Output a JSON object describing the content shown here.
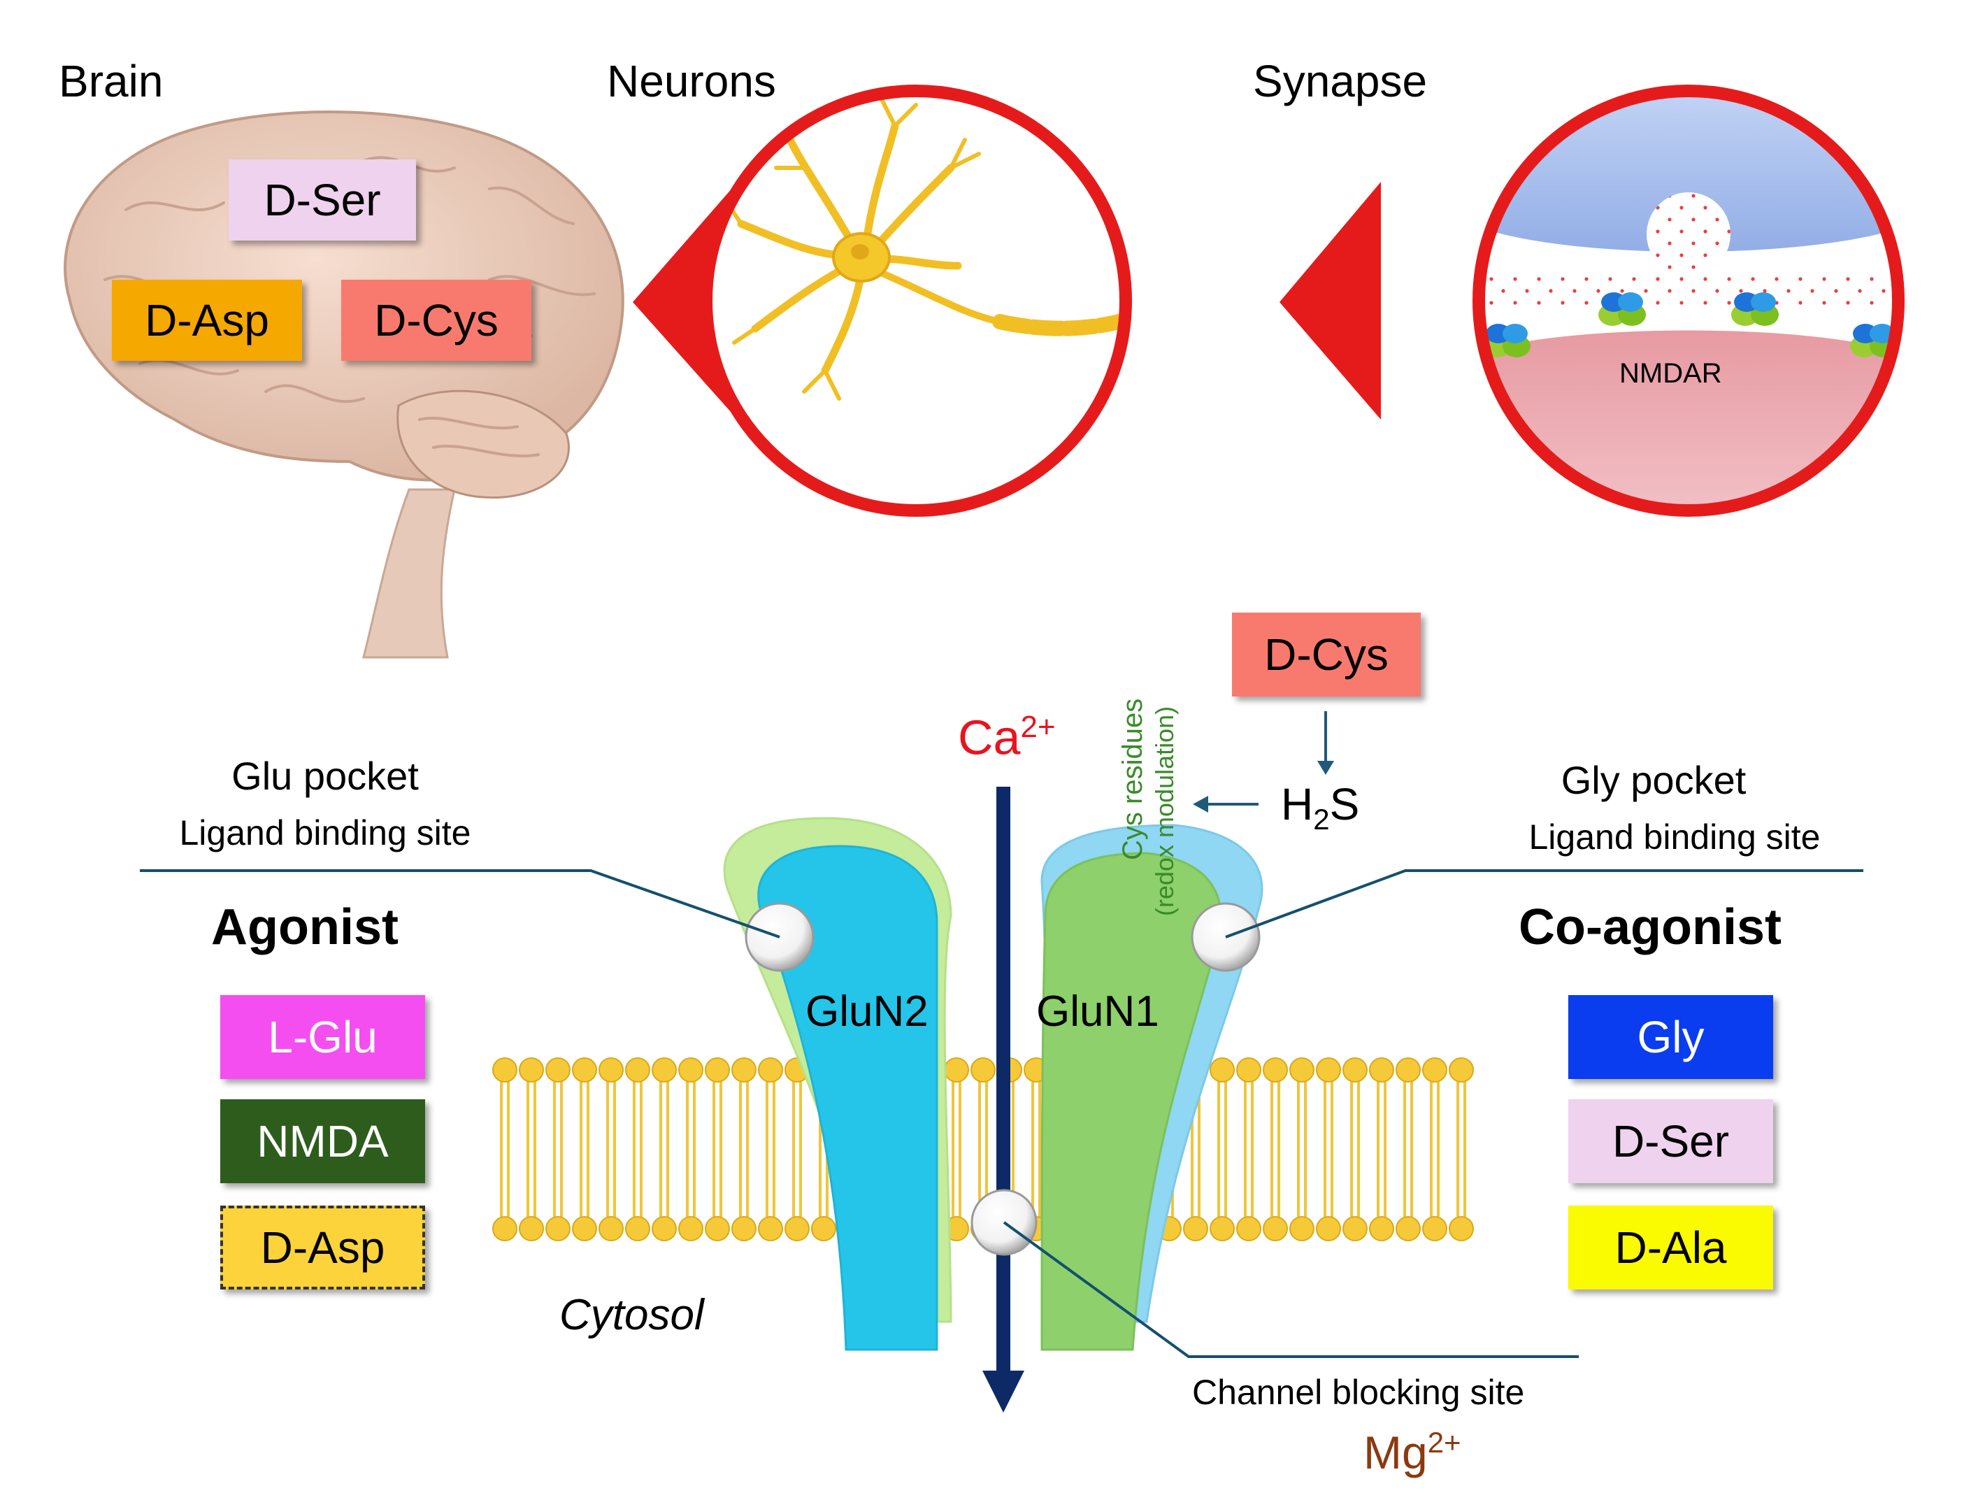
{
  "titles": {
    "brain": "Brain",
    "neurons": "Neurons",
    "synapse": "Synapse"
  },
  "brain_labels": {
    "dser": {
      "prefix": "D",
      "rest": "-Ser",
      "color": "#eed2ee"
    },
    "dasp": {
      "prefix": "D",
      "rest": "-Asp",
      "color": "#f5a800"
    },
    "dcys": {
      "prefix": "D",
      "rest": "-Cys",
      "color": "#f87a6e"
    }
  },
  "synapse_label": "NMDAR",
  "receptor": {
    "dcys": {
      "prefix": "D",
      "rest": "-Cys",
      "color": "#f87a6e"
    },
    "h2s": {
      "h": "H",
      "sub": "2",
      "s": "S"
    },
    "ca": {
      "base": "Ca",
      "sup": "2+",
      "color": "#e8141e"
    },
    "cys_residues": "Cys residues",
    "redox": "(redox modulation)",
    "glun2": "GluN2",
    "glun1": "GluN1",
    "cytosol": "Cytosol",
    "channel_block": "Channel blocking site",
    "mg": {
      "base": "Mg",
      "sup": "2+",
      "color": "#8b3a10"
    }
  },
  "glu_pocket": {
    "title": "Glu pocket",
    "subtitle": "Ligand binding site"
  },
  "gly_pocket": {
    "title": "Gly pocket",
    "subtitle": "Ligand binding site"
  },
  "agonist": {
    "heading": "Agonist",
    "items": [
      {
        "prefix": "L",
        "rest": "-Glu",
        "color": "#f44ef0",
        "text_color": "#ffffff",
        "dashed": false
      },
      {
        "prefix": "",
        "rest": "NMDA",
        "color": "#2e5c1d",
        "text_color": "#ffffff",
        "dashed": false
      },
      {
        "prefix": "D",
        "rest": "-Asp",
        "color": "#fcd33a",
        "text_color": "#000000",
        "dashed": true
      }
    ]
  },
  "coagonist": {
    "heading": "Co-agonist",
    "items": [
      {
        "prefix": "",
        "rest": "Gly",
        "color": "#0a3cf0",
        "text_color": "#ffffff"
      },
      {
        "prefix": "D",
        "rest": "-Ser",
        "color": "#eed2ee",
        "text_color": "#000000"
      },
      {
        "prefix": "D",
        "rest": "-Ala",
        "color": "#fafa00",
        "text_color": "#000000"
      }
    ]
  }
}
